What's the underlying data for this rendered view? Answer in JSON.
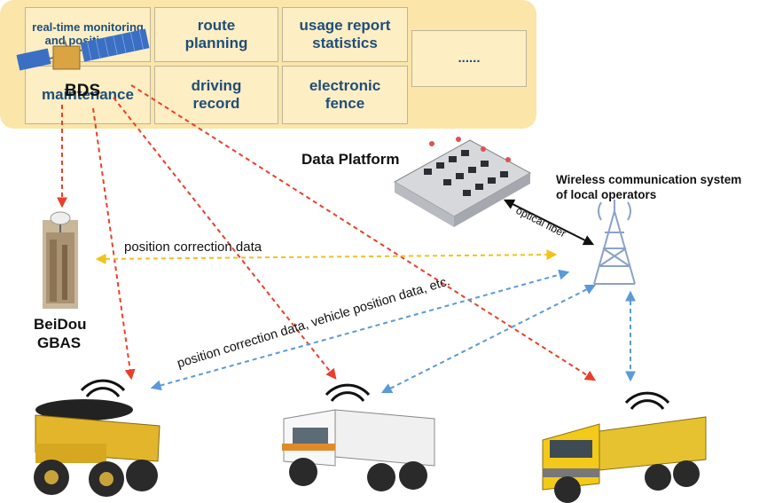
{
  "platform": {
    "cells": [
      "real-time monitoring and positioning",
      "route planning",
      "usage report statistics",
      "maintenance",
      "driving record",
      "electronic fence",
      "......"
    ]
  },
  "labels": {
    "bds": "BDS",
    "data_platform": "Data Platform",
    "wireless_line1": "Wireless communication system",
    "wireless_line2": "of local operators",
    "optical_fiber": "optical fiber",
    "gbas_line1": "BeiDou",
    "gbas_line2": "GBAS",
    "position_correction": "position correction data",
    "position_vehicle": "position correction data, vehicle position data, etc."
  },
  "colors": {
    "platform_bg": "#fbe5a8",
    "cell_text": "#1f4e79",
    "red_arrow": "#e8402a",
    "yellow_arrow": "#f2c21b",
    "blue_arrow": "#5a9ad8"
  }
}
